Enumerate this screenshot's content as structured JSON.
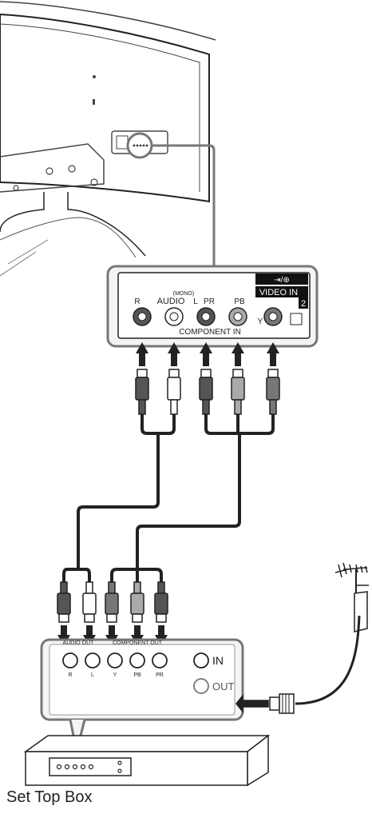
{
  "tv_panel": {
    "audio_label": "AUDIO",
    "r_label": "R",
    "l_label": "L",
    "mono_label": "(MONO)",
    "pr_label": "PR",
    "pb_label": "PB",
    "y_label": "Y",
    "component_in_label": "COMPONENT IN",
    "video_in_label": "VIDEO IN",
    "video_in_number": "2",
    "input_symbol_label": "⇥/⊕"
  },
  "stb_panel": {
    "audio_out_label": "AUDIO OUT",
    "component_out_label": "COMPONENT OUT",
    "r_label": "R",
    "l_label": "L",
    "y_label": "Y",
    "pb_label": "PB",
    "pr_label": "PR",
    "in_label": "IN",
    "out_label": "OUT"
  },
  "caption": "Set Top Box",
  "colors": {
    "line": "#222222",
    "callout": "#777777",
    "panel_fill": "#f4f4f4"
  }
}
